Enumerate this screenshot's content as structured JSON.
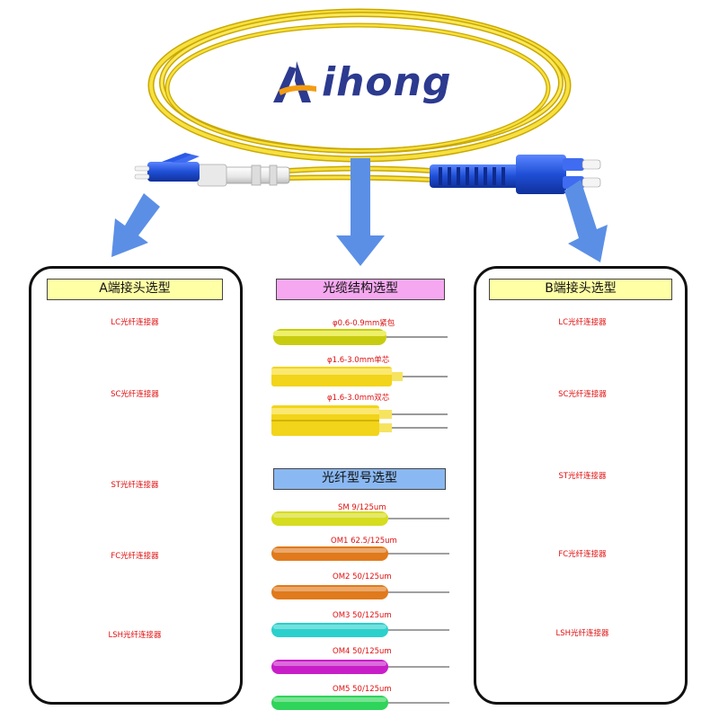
{
  "brand": {
    "name": "ihong",
    "logo_color": "#2c3a8f",
    "accent": "#f39c12"
  },
  "left_panel": {
    "title": "A端接头选型",
    "connectors": [
      {
        "label": "LC光纤连接器"
      },
      {
        "label": "SC光纤连接器"
      },
      {
        "label": "ST光纤连接器"
      },
      {
        "label": "FC光纤连接器"
      },
      {
        "label": "LSH光纤连接器"
      }
    ]
  },
  "right_panel": {
    "title": "B端接头选型",
    "connectors": [
      {
        "label": "LC光纤连接器"
      },
      {
        "label": "SC光纤连接器"
      },
      {
        "label": "ST光纤连接器"
      },
      {
        "label": "FC光纤连接器"
      },
      {
        "label": "LSH光纤连接器"
      }
    ]
  },
  "cable_structure": {
    "title": "光缆结构选型",
    "options": [
      {
        "label": "φ0.6-0.9mm紧包"
      },
      {
        "label": "φ1.6-3.0mm单芯"
      },
      {
        "label": "φ1.6-3.0mm双芯"
      }
    ]
  },
  "fiber_type": {
    "title": "光纤型号选型",
    "options": [
      {
        "label": "SM 9/125um",
        "color": "#d6dc1e"
      },
      {
        "label": "OM1 62.5/125um",
        "color": "#e07a1c"
      },
      {
        "label": "OM2 50/125um",
        "color": "#e07a1c"
      },
      {
        "label": "OM3 50/125um",
        "color": "#2ad0cc"
      },
      {
        "label": "OM4 50/125um",
        "color": "#c81ec8"
      },
      {
        "label": "OM5 50/125um",
        "color": "#2fd45a"
      }
    ]
  },
  "colors": {
    "header_yellow": "#ffffa6",
    "header_pink": "#f5a8f0",
    "header_blue": "#8ab8f2",
    "arrow_blue": "#5b8fe6",
    "cable_yellow": "#f2e23a",
    "connector_blue": "#1f4fd6"
  }
}
